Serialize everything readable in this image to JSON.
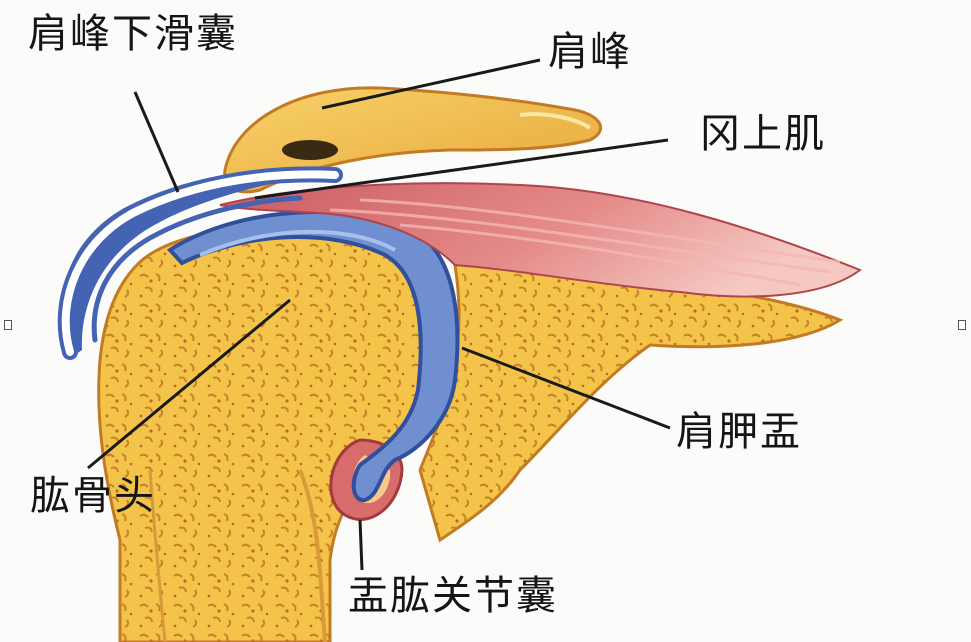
{
  "labels": {
    "subacromial_bursa": "肩峰下滑囊",
    "acromion": "肩峰",
    "supraspinatus": "冈上肌",
    "glenoid": "肩胛盂",
    "humeral_head": "肱骨头",
    "joint_capsule": "盂肱关节囊"
  },
  "colors": {
    "bone": "#f2c24a",
    "bone_light": "#f7d46a",
    "bone_dark": "#c87f1e",
    "muscle": "#d9777a",
    "muscle_light": "#efb3b0",
    "bursa_blue": "#4563b3",
    "cartilage_blue": "#6f8fd1",
    "leader_line": "#1a1a1a"
  }
}
